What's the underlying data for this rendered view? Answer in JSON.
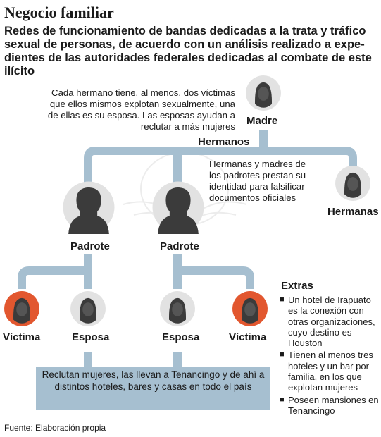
{
  "title": "Negocio familiar",
  "subtitle": "Redes de funcionamiento de bandas dedicadas a la trata y tráfico sexual de personas, de acuerdo con un análisis realizado a expe-dientes de las autoridades  federales dedicadas al combate de este ilícito",
  "nodes": {
    "madre": "Madre",
    "hermanos": "Hermanos",
    "hermanas": "Hermanas",
    "padrote_1": "Padrote",
    "padrote_2": "Padrote",
    "victima_1": "Víctima",
    "esposa_1": "Esposa",
    "esposa_2": "Esposa",
    "victima_2": "Víctima"
  },
  "notes": {
    "hermanos_note": "Cada hermano tiene, al menos, dos víctimas que ellos mismos explotan sexualmente, una de ellas es su esposa. Las esposas ayudan a reclutar a más mujeres",
    "hermanas_note": "Hermanas y madres de los padrotes prestan su identidad para falsificar documentos oficiales",
    "recruit": "Reclutan mujeres, las llevan a Tenancingo y de ahí a distintos hoteles, bares y casas en todo el país"
  },
  "extras": {
    "title": "Extras",
    "bullet_symbol": "■",
    "items": [
      "Un hotel de Irapuato es la conexión con otras organizaciones, cuyo destino es Houston",
      "Tienen al menos tres hoteles y un bar por familia, en los que explotan mujeres",
      "Poseen mansiones en Tenancingo"
    ]
  },
  "source": "Fuente: Elaboración propia",
  "colors": {
    "connector": "#a6bfd0",
    "victim": "#e2572f",
    "person_light": "#e2e2e2",
    "silhouette": "#3b3b3b"
  },
  "icons": {
    "woman": "woman-silhouette-icon",
    "man": "man-silhouette-icon"
  }
}
